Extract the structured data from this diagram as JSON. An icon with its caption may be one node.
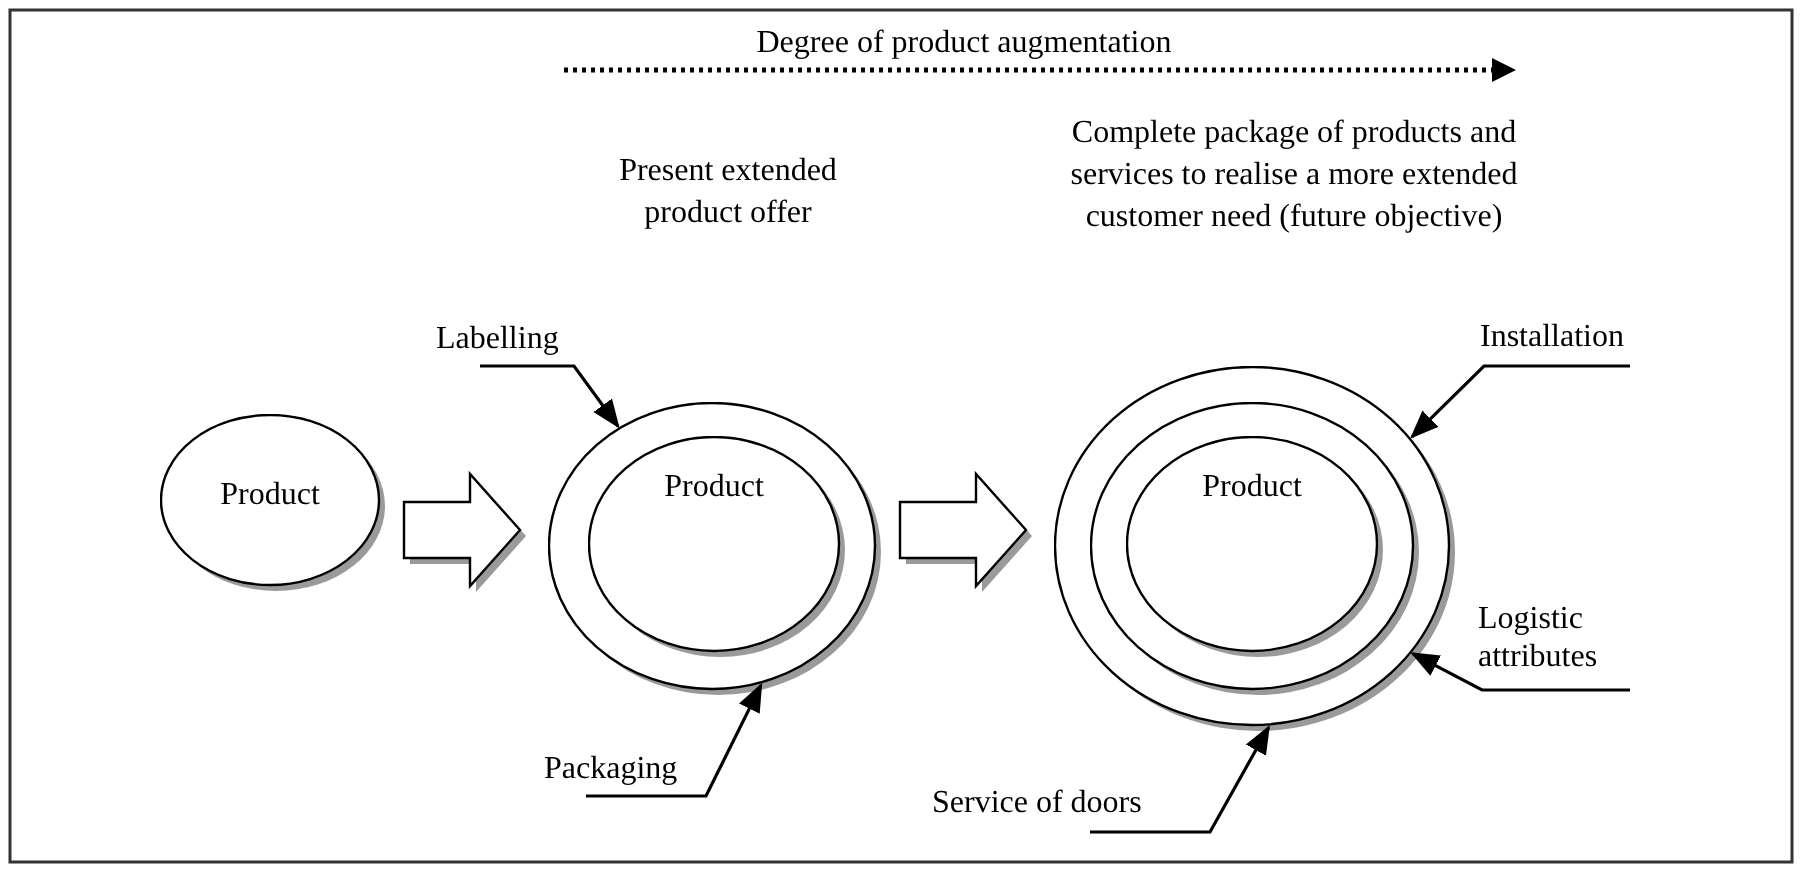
{
  "diagram": {
    "nodes": [
      {
        "text": [
          "Product"
        ]
      },
      {
        "text": [],
        "shape": "circle"
      },
      {
        "text": [
          "Product"
        ],
        "in": 1
      },
      {
        "text": [],
        "shape": "circle"
      },
      {
        "text": [],
        "shape": "circle",
        "in": 3
      },
      {
        "text": [
          "Product"
        ],
        "in": 4
      },
      {
        "text": [
          "Labelling"
        ]
      },
      {
        "text": [
          "Packaging"
        ]
      },
      {
        "text": [
          "Installation"
        ]
      },
      {
        "text": [
          "Logistic attributes"
        ]
      },
      {
        "text": [
          "Service of doors"
        ]
      }
    ],
    "edges": [
      {
        "from": 0,
        "to": 1,
        "arrow": "to"
      },
      {
        "from": 1,
        "to": 3,
        "arrow": "to"
      },
      {
        "from": 6,
        "to": 1,
        "arrow": "to"
      },
      {
        "from": 7,
        "to": 1,
        "arrow": "to"
      },
      {
        "from": 8,
        "to": 3,
        "arrow": "to"
      },
      {
        "from": 9,
        "to": 3,
        "arrow": "to"
      },
      {
        "from": 10,
        "to": 3,
        "arrow": "to"
      }
    ],
    "labels": [
      "Degree of product augmentation",
      "Present extended product offer",
      "Complete package of products and services to realise a more extended customer need (future objective)"
    ]
  }
}
